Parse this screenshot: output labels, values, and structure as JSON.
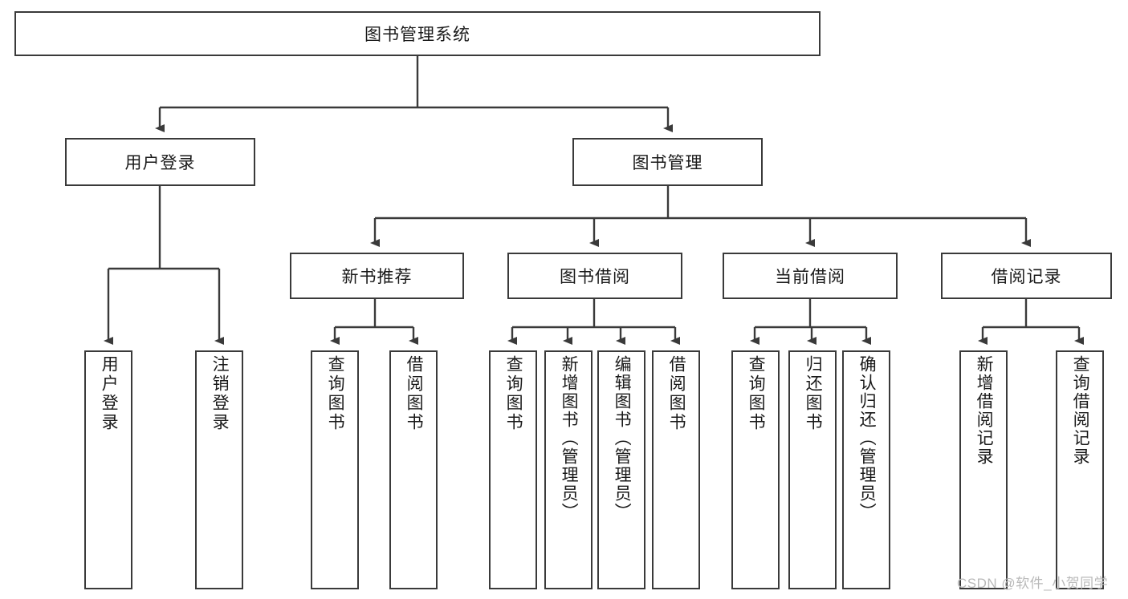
{
  "diagram": {
    "type": "hierarchy-tree",
    "title": "图书管理系统",
    "root": {
      "label": "图书管理系统"
    },
    "level1": [
      {
        "label": "用户登录"
      },
      {
        "label": "图书管理"
      }
    ],
    "level2": [
      {
        "label": "新书推荐",
        "parent": "图书管理"
      },
      {
        "label": "图书借阅",
        "parent": "图书管理"
      },
      {
        "label": "当前借阅",
        "parent": "图书管理"
      },
      {
        "label": "借阅记录",
        "parent": "图书管理"
      }
    ],
    "leaves": {
      "user_login": [
        {
          "label": "用户登录"
        },
        {
          "label": "注销登录"
        }
      ],
      "new_book": [
        {
          "label": "查询图书"
        },
        {
          "label": "借阅图书"
        }
      ],
      "book_borrow": [
        {
          "label": "查询图书"
        },
        {
          "label": "新增图书（管理员）"
        },
        {
          "label": "编辑图书（管理员）"
        },
        {
          "label": "借阅图书"
        }
      ],
      "current_borrow": [
        {
          "label": "查询图书"
        },
        {
          "label": "归还图书"
        },
        {
          "label": "确认归还（管理员）"
        }
      ],
      "borrow_record": [
        {
          "label": "新增借阅记录"
        },
        {
          "label": "查询借阅记录"
        }
      ]
    }
  },
  "watermark": {
    "text": "CSDN @软件_小贺同学"
  },
  "colors": {
    "stroke": "#3a3a3a",
    "background": "#ffffff",
    "text": "#1a1a1a",
    "watermark": "#b9b9b9"
  }
}
